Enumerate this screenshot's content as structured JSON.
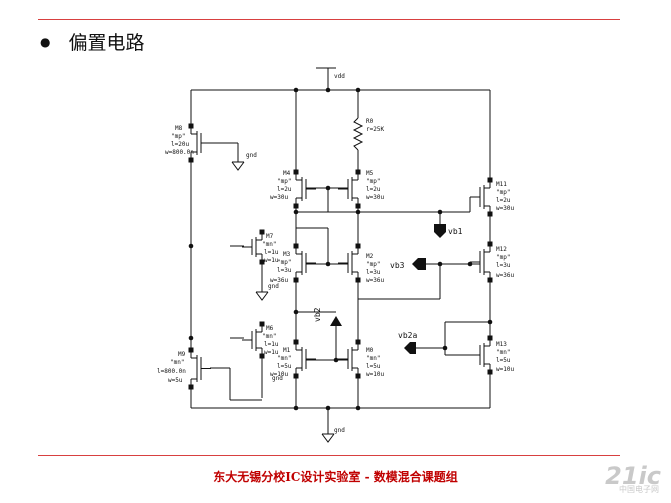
{
  "slide": {
    "title": "偏置电路",
    "footer": "东大无锡分校IC设计实验室 - 数模混合课题组",
    "watermark": "21ic",
    "watermark_sub": "中国电子网"
  },
  "net_labels": {
    "vdd": "vdd",
    "gnd_m8": "gnd",
    "gnd_m7": "gnd",
    "gnd_m1": "gnd",
    "gnd_bottom": "gnd",
    "vb1": "vb1",
    "vb2": "vb2",
    "vb3": "vb3",
    "vb2a": "vb2a"
  },
  "resistor": {
    "name": "R0",
    "value": "r=25K"
  },
  "transistors": {
    "m8": {
      "name": "M8",
      "model": "\"mp\"",
      "l": "l=20u",
      "w": "w=800.0n"
    },
    "m4": {
      "name": "M4",
      "model": "\"mp\"",
      "l": "l=2u",
      "w": "w=30u"
    },
    "m5": {
      "name": "M5",
      "model": "\"mp\"",
      "l": "l=2u",
      "w": "w=30u"
    },
    "m11": {
      "name": "M11",
      "model": "\"mp\"",
      "l": "l=2u",
      "w": "w=30u"
    },
    "m7": {
      "name": "M7",
      "model": "\"mn\"",
      "l": "l=1u",
      "w": "w=1u"
    },
    "m3": {
      "name": "M3",
      "model": "\"mp\"",
      "l": "l=3u",
      "w": "w=36u"
    },
    "m2": {
      "name": "M2",
      "model": "\"mp\"",
      "l": "l=3u",
      "w": "w=36u"
    },
    "m12": {
      "name": "M12",
      "model": "\"mp\"",
      "l": "l=3u",
      "w": "w=36u"
    },
    "m6": {
      "name": "M6",
      "model": "\"mn\"",
      "l": "l=1u",
      "w": "w=1u"
    },
    "m9": {
      "name": "M9",
      "model": "\"mn\"",
      "l": "l=800.0n",
      "w": "w=5u"
    },
    "m1": {
      "name": "M1",
      "model": "\"mn\"",
      "l": "l=5u",
      "w": "w=10u"
    },
    "m0": {
      "name": "M0",
      "model": "\"mn\"",
      "l": "l=5u",
      "w": "w=10u"
    },
    "m13": {
      "name": "M13",
      "model": "\"mn\"",
      "l": "l=5u",
      "w": "w=10u"
    }
  }
}
